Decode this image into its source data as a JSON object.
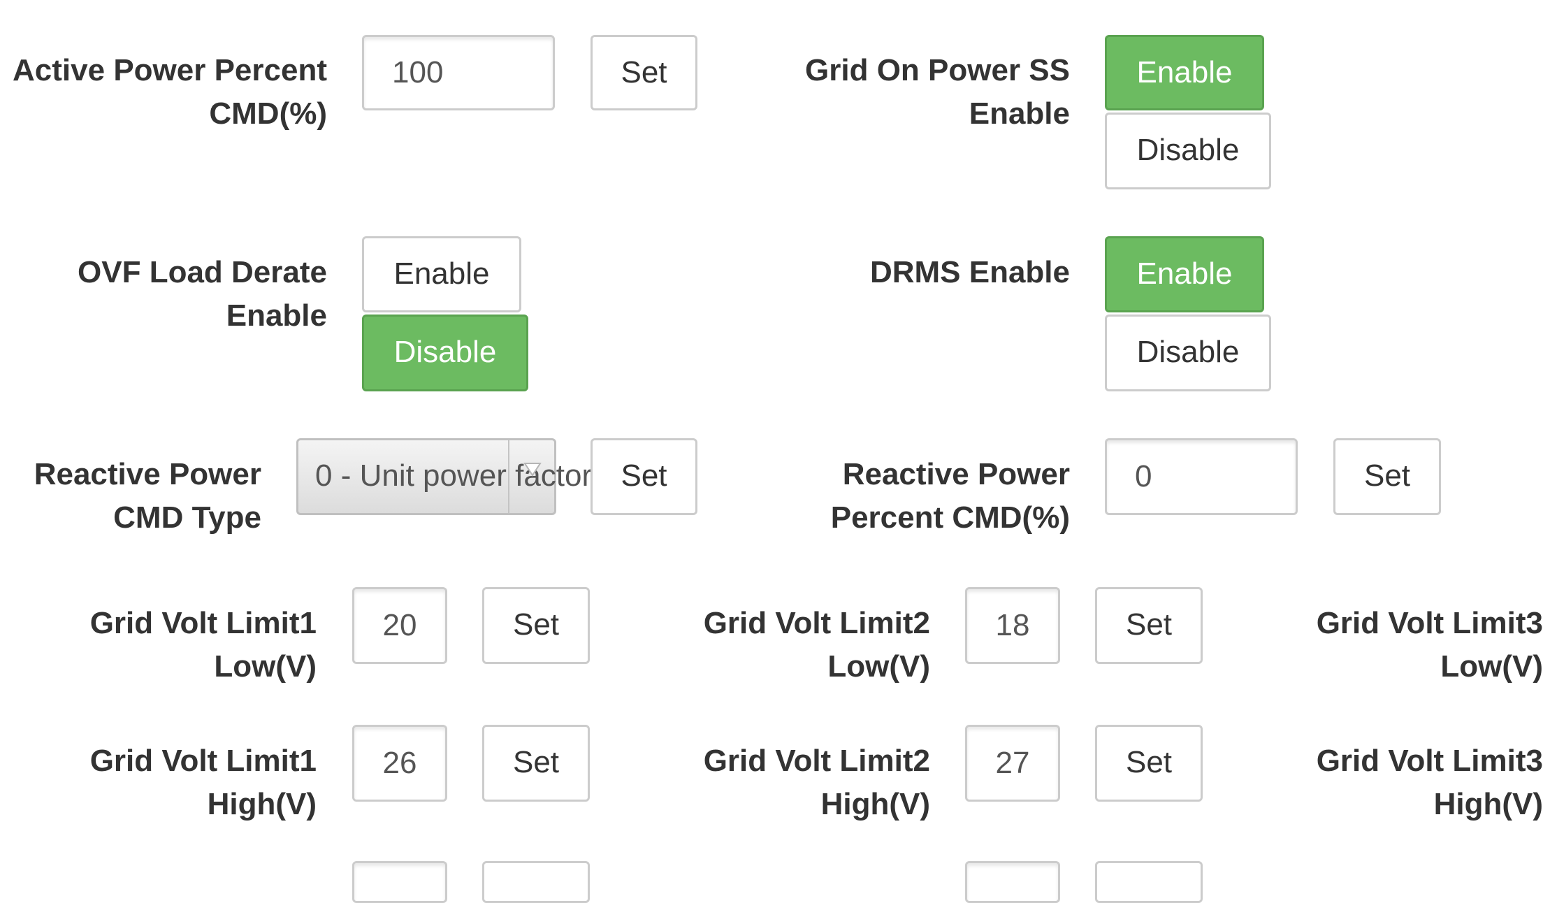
{
  "active_power": {
    "label_line1": "Active Power Percent",
    "label_line2": "CMD(%)",
    "value": "100",
    "set_label": "Set"
  },
  "grid_on_power_ss": {
    "label_line1": "Grid On Power SS",
    "label_line2": "Enable",
    "enable_label": "Enable",
    "disable_label": "Disable",
    "selected": "Enable"
  },
  "ovf_load_derate": {
    "label_line1": "OVF Load Derate",
    "label_line2": "Enable",
    "enable_label": "Enable",
    "disable_label": "Disable",
    "selected": "Disable"
  },
  "drms": {
    "label_line1": "DRMS Enable",
    "enable_label": "Enable",
    "disable_label": "Disable",
    "selected": "Enable"
  },
  "reactive_power_type": {
    "label_line1": "Reactive Power",
    "label_line2": "CMD Type",
    "selected_option": "0 - Unit power factor",
    "set_label": "Set"
  },
  "reactive_power_percent": {
    "label_line1": "Reactive Power",
    "label_line2": "Percent CMD(%)",
    "value": "0",
    "set_label": "Set"
  },
  "grid_volt": {
    "limit1_low": {
      "label_line1": "Grid Volt Limit1",
      "label_line2": "Low(V)",
      "value": "20",
      "set_label": "Set"
    },
    "limit2_low": {
      "label_line1": "Grid Volt Limit2",
      "label_line2": "Low(V)",
      "value": "18",
      "set_label": "Set"
    },
    "limit3_low": {
      "label_line1": "Grid Volt Limit3",
      "label_line2": "Low(V)"
    },
    "limit1_high": {
      "label_line1": "Grid Volt Limit1",
      "label_line2": "High(V)",
      "value": "26",
      "set_label": "Set"
    },
    "limit2_high": {
      "label_line1": "Grid Volt Limit2",
      "label_line2": "High(V)",
      "value": "27",
      "set_label": "Set"
    },
    "limit3_high": {
      "label_line1": "Grid Volt Limit3",
      "label_line2": "High(V)"
    }
  },
  "colors": {
    "selected_button": "#6cbb61",
    "label_text": "#333333",
    "border": "#cccccc"
  }
}
